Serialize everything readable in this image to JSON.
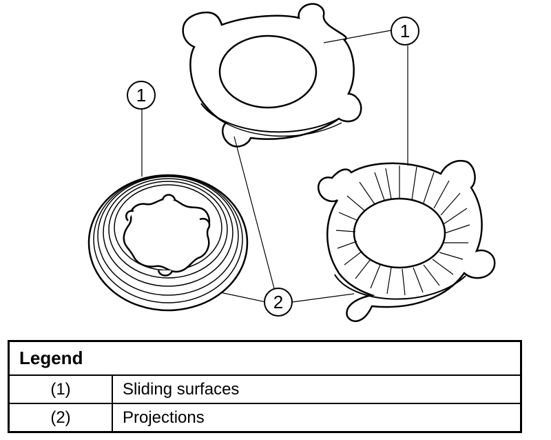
{
  "callouts": {
    "one": "1",
    "two": "2"
  },
  "legend": {
    "title": "Legend",
    "rows": [
      {
        "code": "(1)",
        "description": "Sliding surfaces"
      },
      {
        "code": "(2)",
        "description": "Projections"
      }
    ]
  }
}
